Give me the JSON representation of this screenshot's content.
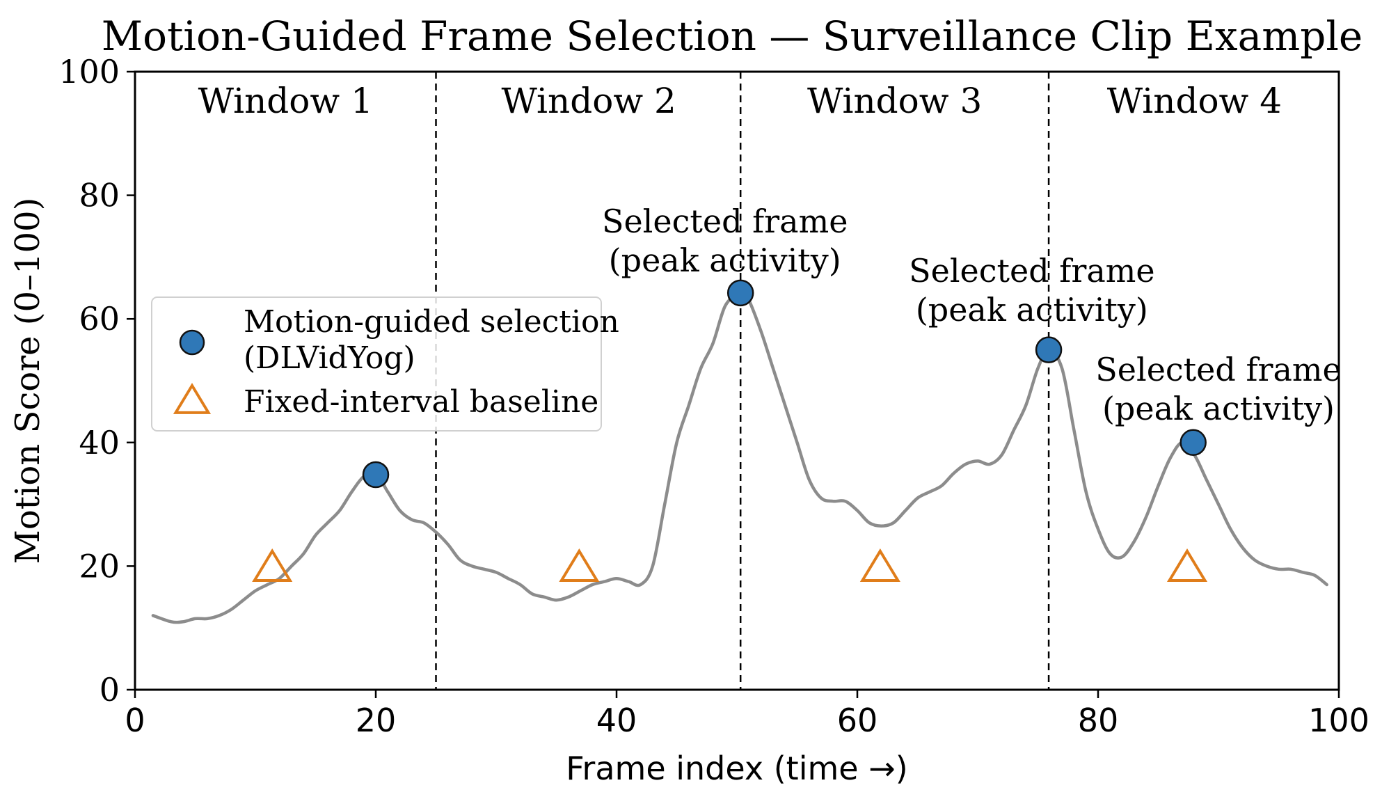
{
  "chart_data": {
    "type": "line",
    "title": "Motion-Guided Frame Selection — Surveillance Clip Example",
    "xlabel": "Frame index (time →)",
    "ylabel": "Motion Score (0–100)",
    "xlim": [
      0,
      100
    ],
    "ylim": [
      0,
      100
    ],
    "xticks": [
      0,
      20,
      40,
      60,
      80,
      100
    ],
    "yticks": [
      0,
      20,
      40,
      60,
      80,
      100
    ],
    "grid": false,
    "legend": {
      "placement": "center-left"
    },
    "window_boundaries": [
      25,
      50.3,
      75.9
    ],
    "windows": [
      {
        "label": "Window 1",
        "center": 12.5
      },
      {
        "label": "Window 2",
        "center": 37.7
      },
      {
        "label": "Window 3",
        "center": 63.1
      },
      {
        "label": "Window 4",
        "center": 88
      }
    ],
    "series": [
      {
        "kind": "curve",
        "color": "#8c8c8c",
        "x": [
          1.5,
          3,
          4,
          5,
          6,
          7,
          8,
          9,
          10,
          11,
          12,
          13,
          14,
          15,
          16,
          17,
          18,
          19,
          20,
          21,
          22,
          23,
          24,
          25,
          26,
          27,
          28,
          29,
          30,
          31,
          32,
          33,
          34,
          35,
          36,
          37,
          38,
          39,
          40,
          41,
          42,
          43,
          44,
          45,
          46,
          47,
          48,
          49,
          50,
          50.3,
          51,
          52,
          53,
          54,
          55,
          56,
          57,
          58,
          59,
          60,
          61,
          62,
          63,
          64,
          65,
          66,
          67,
          68,
          69,
          70,
          71,
          72,
          73,
          74,
          75,
          75.9,
          77,
          78,
          79,
          80,
          81,
          82,
          83,
          84,
          85,
          86,
          87,
          88,
          89,
          90,
          91,
          92,
          93,
          94,
          95,
          96,
          97,
          98,
          99
        ],
        "y": [
          12,
          11,
          11,
          11.5,
          11.5,
          12,
          13,
          14.5,
          16,
          17,
          18,
          20,
          22,
          25,
          27,
          29,
          32,
          34.5,
          35,
          32,
          29,
          27.5,
          27,
          25.5,
          23.5,
          21,
          20,
          19.5,
          19,
          18,
          17,
          15.5,
          15,
          14.5,
          15,
          16,
          17,
          17.5,
          18,
          17.5,
          17,
          20,
          30,
          40,
          46,
          52,
          56,
          62,
          64,
          64.5,
          63,
          58,
          52,
          46,
          40,
          34,
          31,
          30.5,
          30.5,
          29,
          27,
          26.5,
          27,
          29,
          31,
          32,
          33,
          35,
          36.5,
          37,
          36.5,
          38,
          42,
          46,
          52,
          55,
          52,
          42,
          32,
          26,
          22,
          21.5,
          24,
          28,
          33,
          37.5,
          40,
          38,
          34,
          30,
          26,
          23,
          21,
          20,
          19.5,
          19.5,
          19,
          18.5,
          17
        ]
      },
      {
        "kind": "scatter",
        "name": "Motion-guided selection\n(DLVidYog)",
        "marker": "circle",
        "color": "#2f78b7",
        "x": [
          20,
          50.3,
          75.9,
          87.9
        ],
        "y": [
          34.8,
          64.2,
          55,
          40
        ]
      },
      {
        "kind": "scatter",
        "name": "Fixed-interval baseline",
        "marker": "triangle",
        "color": "#e07d1a",
        "x": [
          11.4,
          36.9,
          61.9,
          87.4
        ],
        "y": [
          19.5,
          19.5,
          19.5,
          19.5
        ]
      }
    ],
    "annotations": [
      {
        "text": "Selected frame\n(peak activity)",
        "x": 49,
        "y": 74
      },
      {
        "text": "Selected frame\n(peak activity)",
        "x": 74.5,
        "y": 66
      },
      {
        "text": "Selected frame\n(peak activity)",
        "x": 90,
        "y": 50
      }
    ]
  }
}
